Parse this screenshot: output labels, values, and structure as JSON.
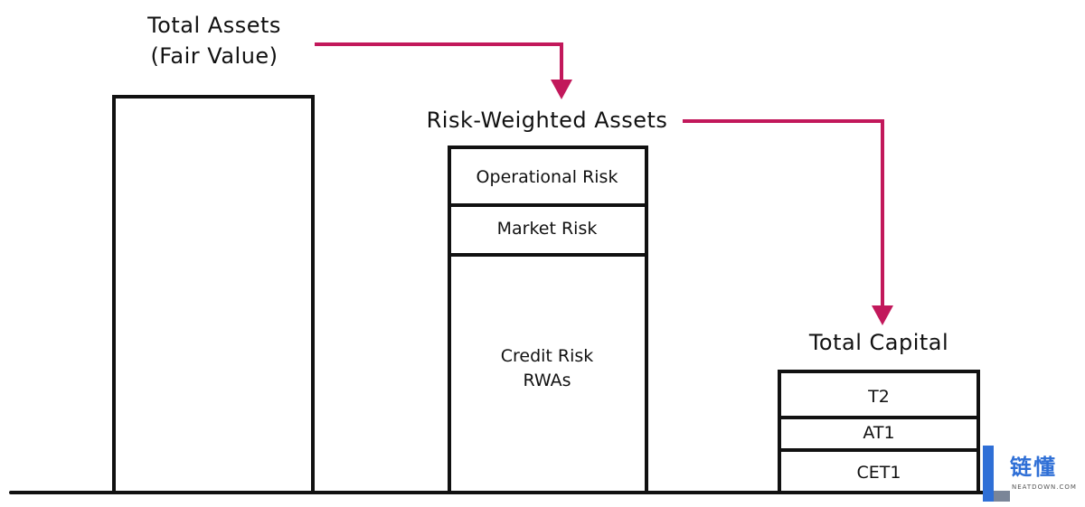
{
  "diagram": {
    "total_assets": {
      "title_line1": "Total Assets",
      "title_line2": "(Fair Value)"
    },
    "rwa": {
      "title": "Risk-Weighted Assets",
      "segments": {
        "operational": "Operational Risk",
        "market": "Market Risk",
        "credit_line1": "Credit Risk",
        "credit_line2": "RWAs"
      }
    },
    "total_capital": {
      "title": "Total Capital",
      "segments": {
        "t2": "T2",
        "at1": "AT1",
        "cet1": "CET1"
      }
    },
    "colors": {
      "arrow": "#c2185b",
      "stroke": "#111111"
    }
  },
  "watermark": {
    "icon": "logo-l-icon",
    "text_cn": "链懂",
    "text_en": "NEATDOWN.COM"
  }
}
